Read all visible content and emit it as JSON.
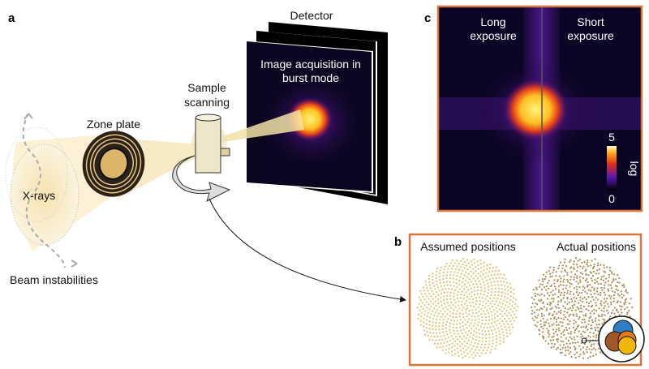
{
  "panels": {
    "a": "a",
    "b": "b",
    "c": "c"
  },
  "panel_a": {
    "detector": "Detector",
    "acquisition": [
      "Image acquisition in",
      "burst mode"
    ],
    "sample": [
      "Sample",
      "scanning"
    ],
    "zone_plate": "Zone plate",
    "xrays": "X-rays",
    "beam": "Beam instabilities"
  },
  "panel_b": {
    "assumed": "Assumed positions",
    "actual": "Actual positions",
    "inset_colors": [
      "#2f7fc4",
      "#e07b1a",
      "#a0582a",
      "#f2b705"
    ]
  },
  "panel_c": {
    "long": [
      "Long",
      "exposure"
    ],
    "short": [
      "Short",
      "exposure"
    ],
    "colorbar_max": "5",
    "colorbar_min": "0",
    "colorbar_label": "log"
  },
  "colors": {
    "panel_border": "#d9773a",
    "beam": "#f3e2b0"
  }
}
